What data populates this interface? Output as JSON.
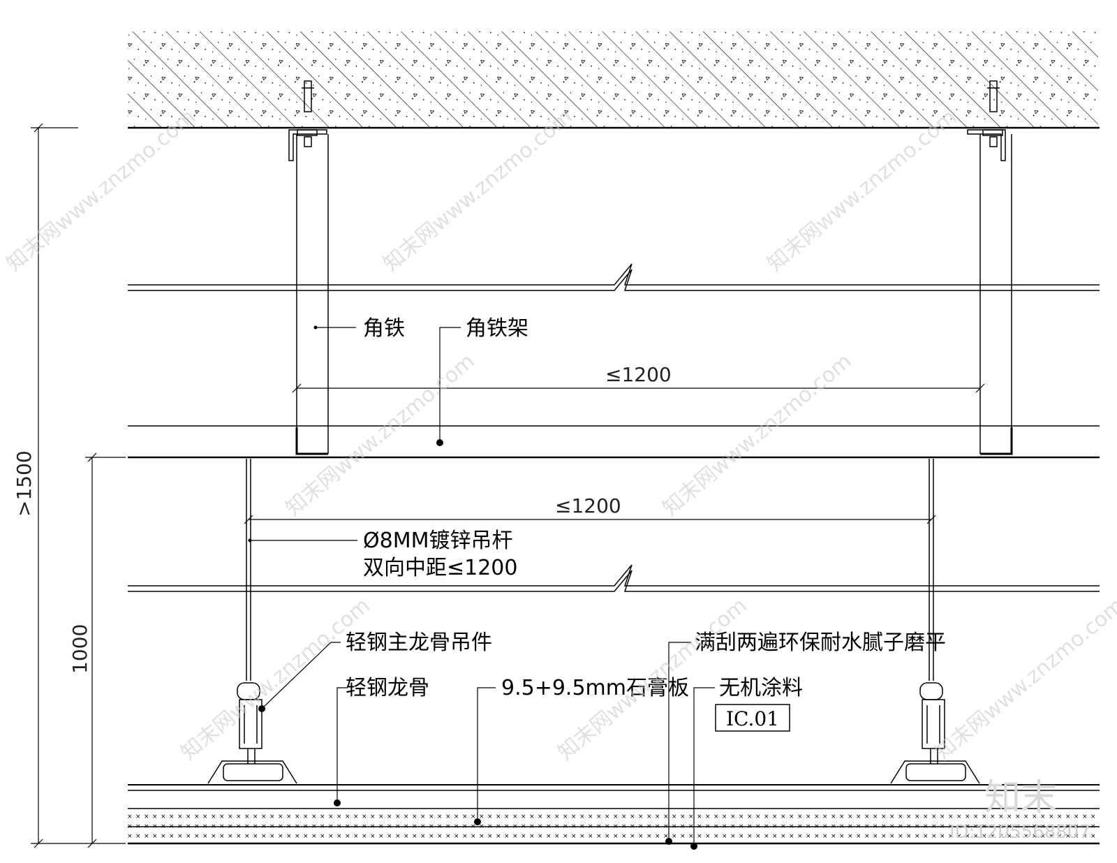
{
  "labels": {
    "angle_iron": "角铁",
    "angle_iron_frame": "角铁架",
    "hanger_rod_line1": "Ø8MM镀锌吊杆",
    "hanger_rod_line2": "双向中距≤1200",
    "main_keel_hanger": "轻钢主龙骨吊件",
    "light_steel_keel": "轻钢龙骨",
    "gypsum_board": "9.5+9.5mm石膏板",
    "putty": "满刮两遍环保耐水腻子磨平",
    "inorganic_paint": "无机涂料",
    "ic_tag": "IC.01"
  },
  "dimensions": {
    "upper_span": "≤1200",
    "lower_span": "≤1200",
    "total_height": ">1500",
    "lower_height": "1000"
  },
  "watermark": {
    "repeat_text": "知末网www.znzmo.com",
    "brand": "知末",
    "id": "ID:1205568807"
  },
  "colors": {
    "line": "#000000",
    "background": "#ffffff",
    "watermark": "#c8c8c8"
  }
}
